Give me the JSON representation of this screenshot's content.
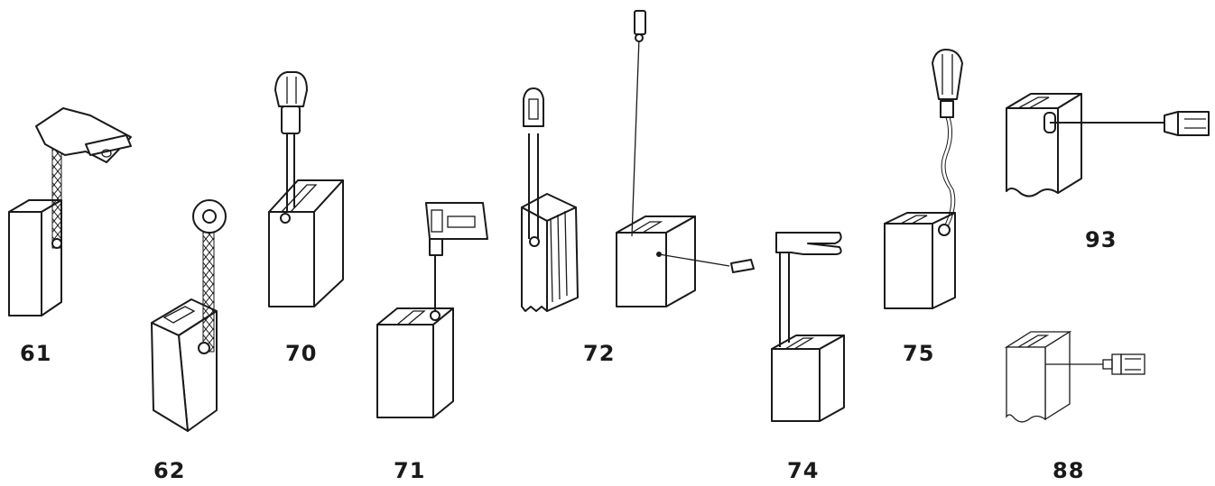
{
  "figure": {
    "items": [
      {
        "id": "61",
        "label": "61"
      },
      {
        "id": "62",
        "label": "62"
      },
      {
        "id": "70",
        "label": "70"
      },
      {
        "id": "71",
        "label": "71"
      },
      {
        "id": "72",
        "label": "72"
      },
      {
        "id": "74",
        "label": "74"
      },
      {
        "id": "75",
        "label": "75"
      },
      {
        "id": "93",
        "label": "93"
      },
      {
        "id": "88",
        "label": "88"
      }
    ]
  }
}
